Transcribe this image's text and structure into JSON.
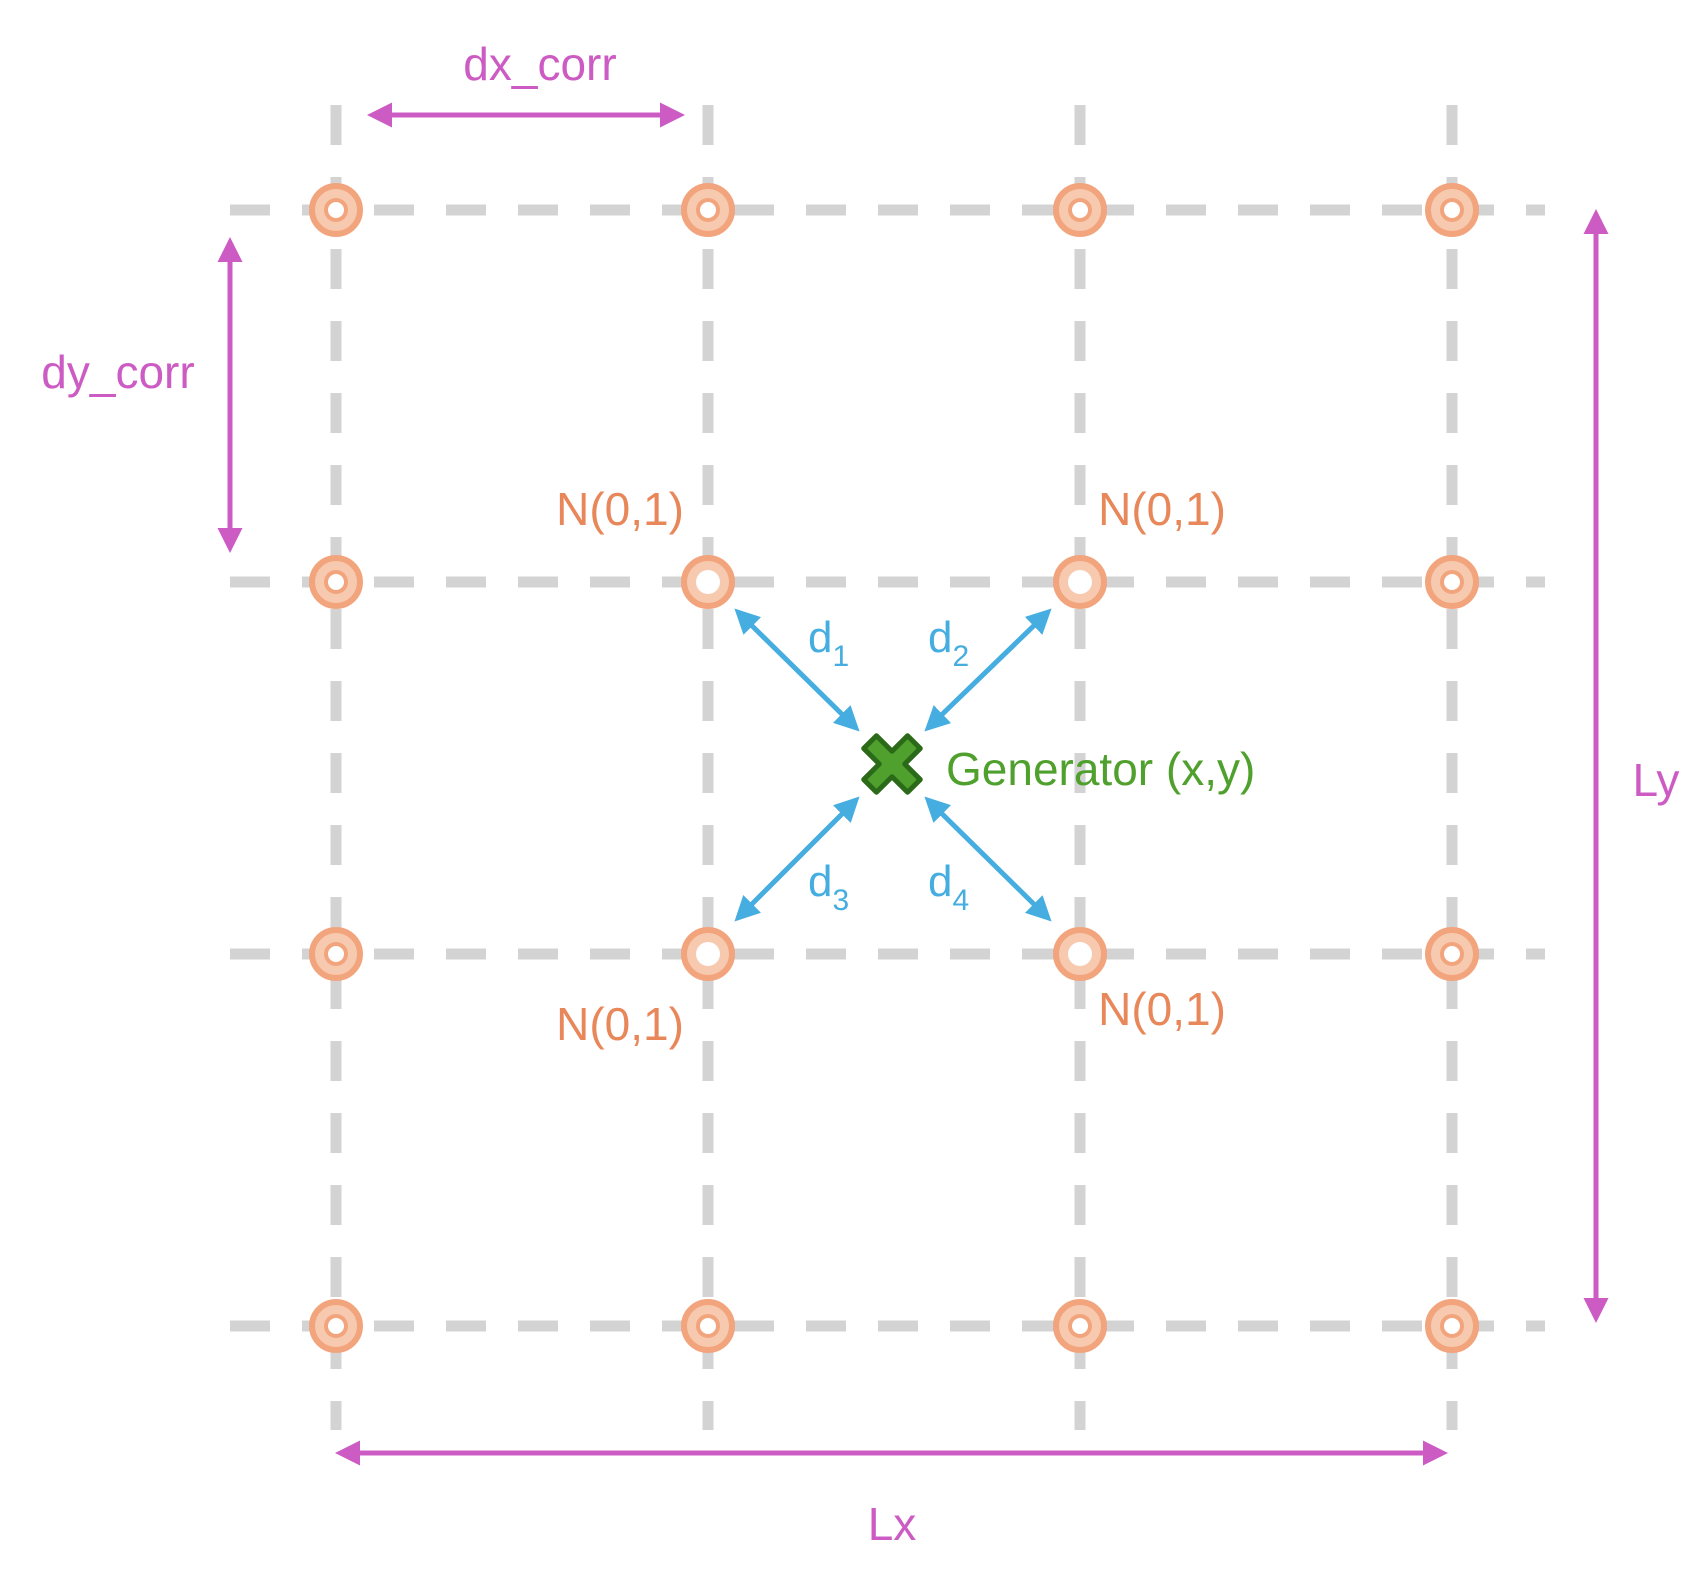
{
  "labels": {
    "dx_corr": "dx_corr",
    "dy_corr": "dy_corr",
    "lx": "Lx",
    "ly": "Ly",
    "generator": "Generator (x,y)",
    "node_n01": "N(0,1)",
    "d1": "d",
    "d1_sub": "1",
    "d2": "d",
    "d2_sub": "2",
    "d3": "d",
    "d3_sub": "3",
    "d4": "d",
    "d4_sub": "4"
  },
  "grid": {
    "columns": 4,
    "rows": 4
  },
  "colors": {
    "grid_line": "#d3d3d3",
    "node": "#f2a47d",
    "node_fill": "#f7c9ae",
    "dimension": "#cc5cc4",
    "distance": "#45ade0",
    "generator": "#4fa02d",
    "generator_dark": "#2a6a18",
    "node_label": "#e8875a"
  }
}
